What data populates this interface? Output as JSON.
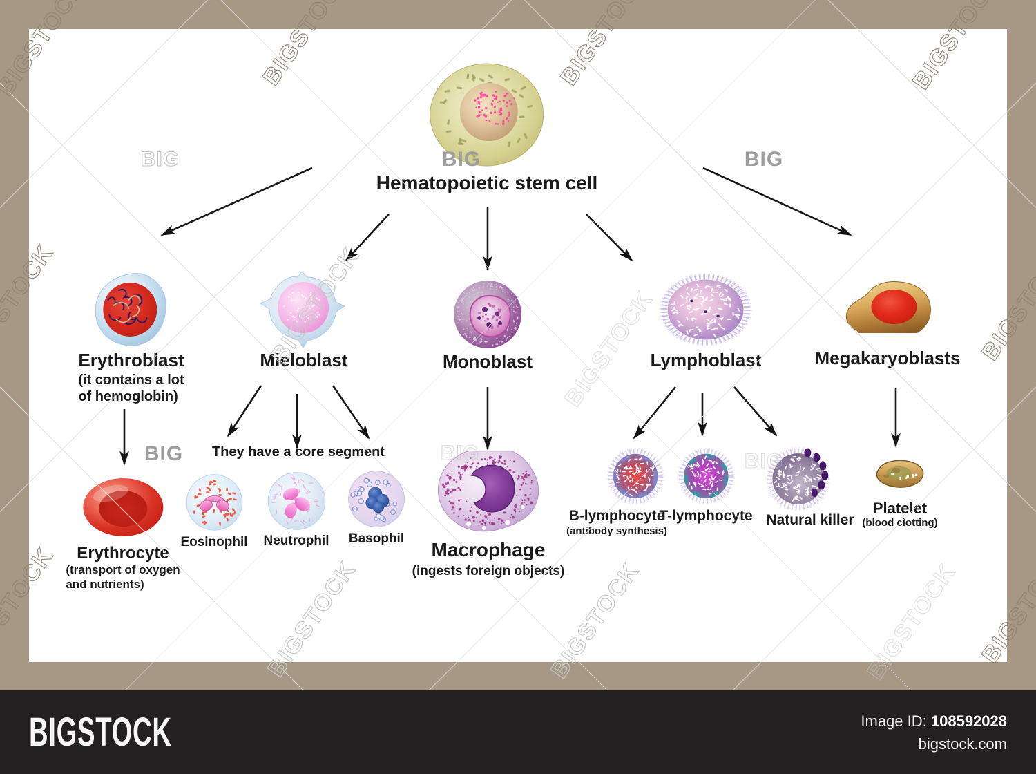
{
  "watermark": {
    "brand": "BIGSTOCK",
    "brand_short": "BIG"
  },
  "footer": {
    "logo": "BIGSTOCK",
    "image_id_label": "Image ID:",
    "image_id": "108592028",
    "site": "bigstock.com"
  },
  "palette": {
    "frame": "#a69884",
    "footer_bg": "#232021",
    "canvas": "#ffffff",
    "diagram_text": "#1a1a1a",
    "watermark_gray": "#c8c8c8",
    "stem_cell_body": "#dcd89c",
    "stem_cell_nucleus": "#d8b98e",
    "erythroblast_nucleus": "#d42a1e",
    "erythrocyte_red": "#d93325",
    "mieloblast_nucleus": "#f0a8e0",
    "monoblast_purple": "#8a4b8f",
    "lymphoblast_pink": "#e0b8da",
    "megakaryoblast_tan": "#d9ab5c",
    "macrophage_purple": "#6b2a86",
    "basophil_blue": "#2a4a92",
    "eosinophil_orange": "#f05a44",
    "natural_killer_dots": "#461a68"
  },
  "diagram": {
    "root": {
      "label": "Hematopoietic stem cell"
    },
    "granulocytes_caption": "They have a core segment",
    "cells": {
      "erythroblast": {
        "label": "Erythroblast",
        "note_lines": [
          "(it contains a lot",
          "of hemoglobin)"
        ]
      },
      "mieloblast": {
        "label": "Mieloblast"
      },
      "monoblast": {
        "label": "Monoblast"
      },
      "lymphoblast": {
        "label": "Lymphoblast"
      },
      "megakaryoblasts": {
        "label": "Megakaryoblasts"
      },
      "erythrocyte": {
        "label": "Erythrocyte",
        "note_lines": [
          "(transport of oxygen",
          "and nutrients)"
        ]
      },
      "eosinophil": {
        "label": "Eosinophil"
      },
      "neutrophil": {
        "label": "Neutrophil"
      },
      "basophil": {
        "label": "Basophil"
      },
      "macrophage": {
        "label": "Macrophage",
        "note": "(ingests foreign objects)"
      },
      "b_lymphocyte": {
        "label": "B-lymphocyte",
        "note": "(antibody synthesis)"
      },
      "t_lymphocyte": {
        "label": "T-lymphocyte"
      },
      "natural_killer": {
        "label": "Natural killer"
      },
      "platelet": {
        "label": "Platelet",
        "note": "(blood clotting)"
      }
    },
    "edges": [
      [
        "Hematopoietic stem cell",
        "Erythroblast"
      ],
      [
        "Hematopoietic stem cell",
        "Mieloblast"
      ],
      [
        "Hematopoietic stem cell",
        "Monoblast"
      ],
      [
        "Hematopoietic stem cell",
        "Lymphoblast"
      ],
      [
        "Hematopoietic stem cell",
        "Megakaryoblasts"
      ],
      [
        "Erythroblast",
        "Erythrocyte"
      ],
      [
        "Mieloblast",
        "Eosinophil"
      ],
      [
        "Mieloblast",
        "Neutrophil"
      ],
      [
        "Mieloblast",
        "Basophil"
      ],
      [
        "Monoblast",
        "Macrophage"
      ],
      [
        "Lymphoblast",
        "B-lymphocyte"
      ],
      [
        "Lymphoblast",
        "T-lymphocyte"
      ],
      [
        "Lymphoblast",
        "Natural killer"
      ],
      [
        "Megakaryoblasts",
        "Platelet"
      ]
    ]
  }
}
